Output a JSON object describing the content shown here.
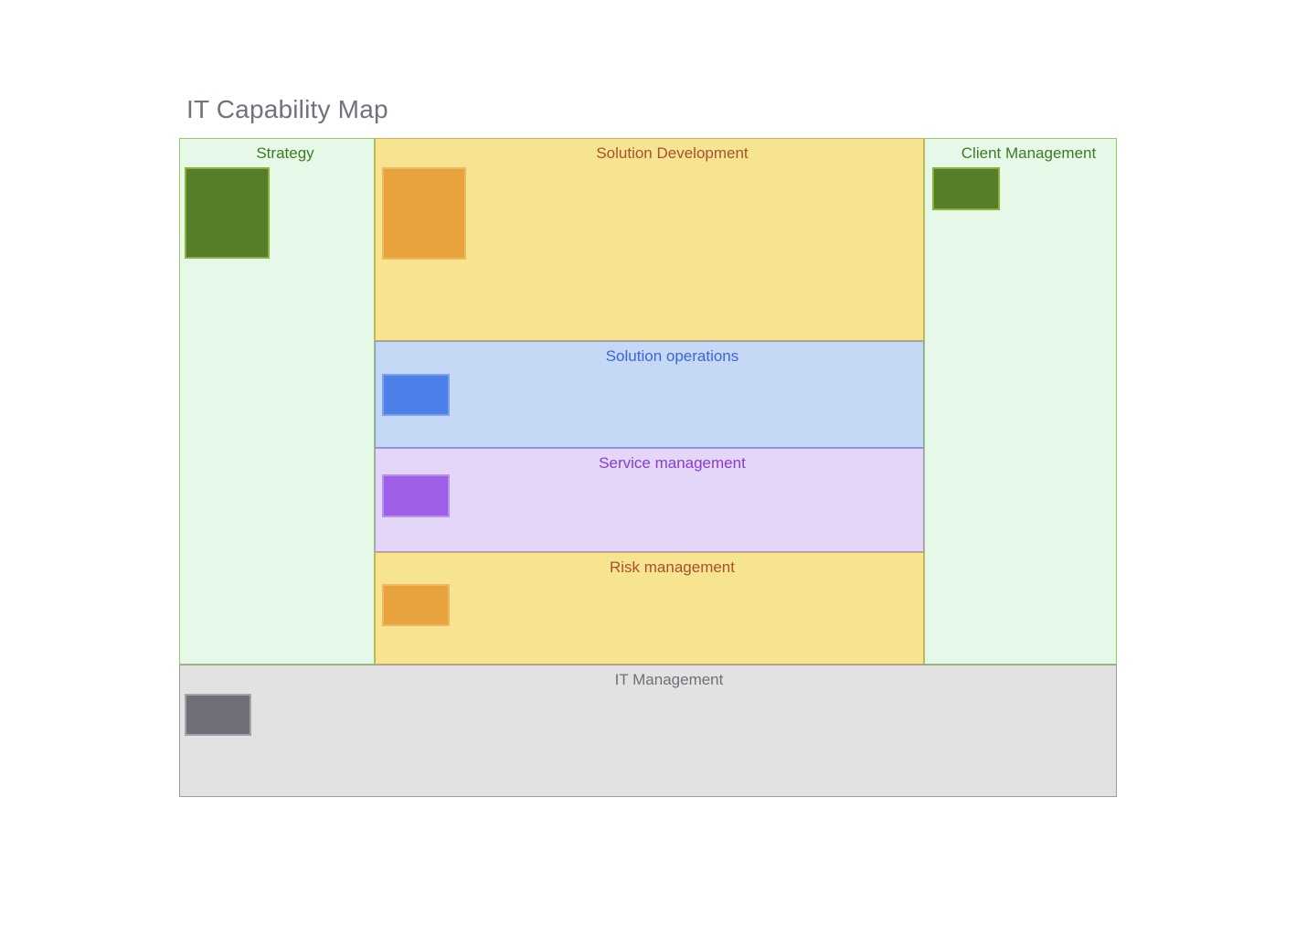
{
  "title": "IT Capability Map",
  "title_color": "#6f737b",
  "sections": {
    "strategy": {
      "label": "Strategy",
      "fill": "#e6f9e8",
      "border": "#97ca61",
      "text_color": "#3e7a23",
      "block_color": "#567d28",
      "block_border": "#8ab13d"
    },
    "solution_development": {
      "label": "Solution Development",
      "fill": "#f6e491",
      "border": "#dcab58",
      "text_color": "#a8512e",
      "block_color": "#e8a23e",
      "block_border": "#eeb95e"
    },
    "solution_operations": {
      "label": "Solution operations",
      "fill": "#c5d9f7",
      "border": "#8499cc",
      "text_color": "#3c64d9",
      "block_color": "#4d80e8",
      "block_border": "#7ba0ed"
    },
    "service_management": {
      "label": "Service management",
      "fill": "#e3d6f7",
      "border": "#b18ce0",
      "text_color": "#8a3bd1",
      "block_color": "#9e5ee8",
      "block_border": "#b88ef0"
    },
    "risk_management": {
      "label": "Risk management",
      "fill": "#f6e491",
      "border": "#dcab58",
      "text_color": "#a8512e",
      "block_color": "#e8a23e",
      "block_border": "#eeb95e"
    },
    "client_management": {
      "label": "Client Management",
      "fill": "#e6f9e8",
      "border": "#97ca61",
      "text_color": "#3e7a23",
      "block_color": "#567d28",
      "block_border": "#8ab13d"
    },
    "it_management": {
      "label": "IT Management",
      "fill": "#e2e2e3",
      "border": "#9b9ba0",
      "text_color": "#6e7177",
      "block_color": "#6f7077",
      "block_border": "#a3a3a9"
    }
  }
}
